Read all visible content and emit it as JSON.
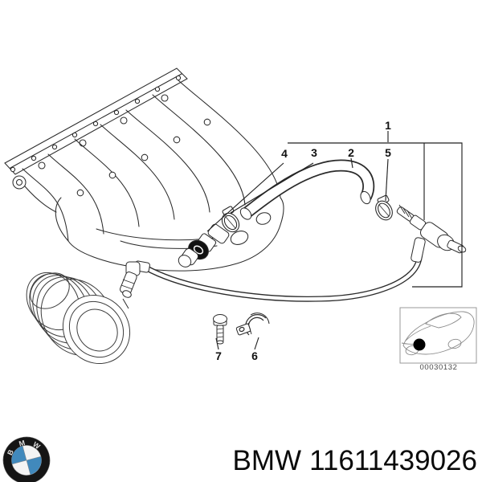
{
  "page": {
    "background": "#ffffff"
  },
  "diagram": {
    "description": "BMW vacuum hose / intake manifold parts diagram",
    "callouts": [
      {
        "id": "1",
        "label": "1"
      },
      {
        "id": "2",
        "label": "2"
      },
      {
        "id": "3",
        "label": "3"
      },
      {
        "id": "4",
        "label": "4"
      },
      {
        "id": "5",
        "label": "5"
      },
      {
        "id": "6",
        "label": "6"
      },
      {
        "id": "7",
        "label": "7"
      }
    ],
    "inset": {
      "code": "00030132"
    }
  },
  "footer": {
    "brand": "BMW",
    "part_number": "11611439026",
    "logo_letters": [
      "B",
      "M",
      "W"
    ]
  },
  "colors": {
    "line": "#2b2b2b",
    "leader": "#222222",
    "inset_line": "#8a8a8a",
    "roundel_black": "#151515",
    "roundel_blue": "#4189bc",
    "text": "#0a0a0a"
  }
}
